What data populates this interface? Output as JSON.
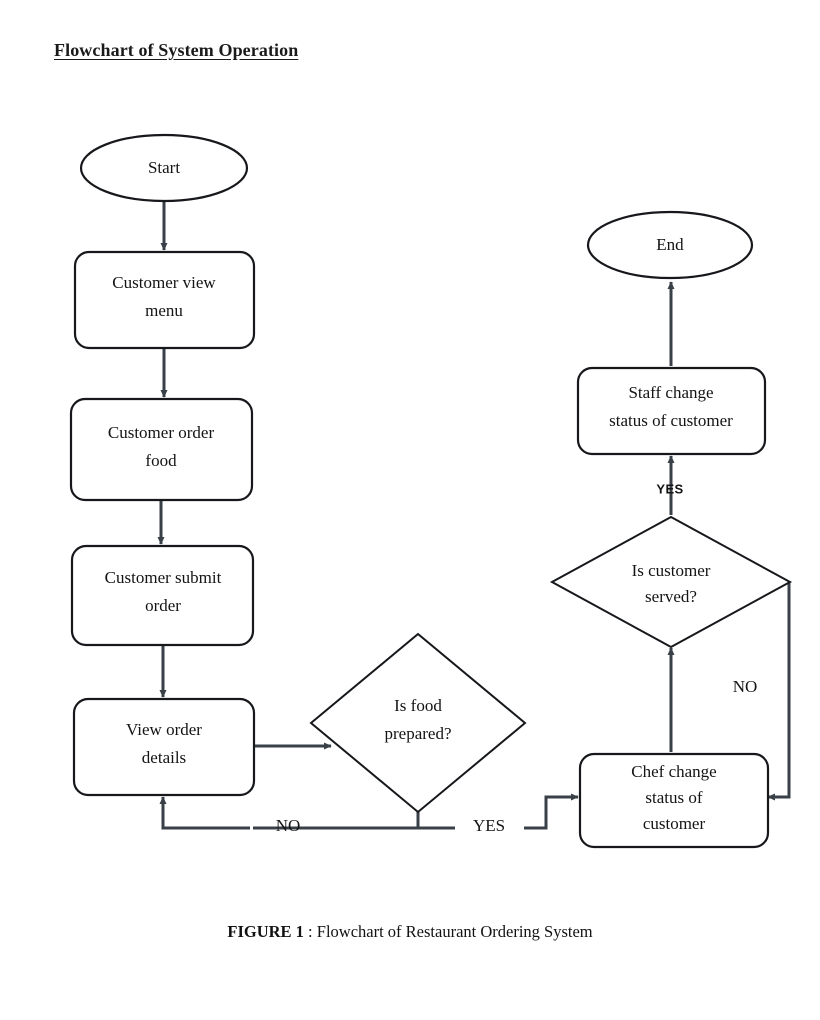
{
  "document": {
    "title": "Flowchart of System Operation",
    "caption_label": "FIGURE 1",
    "caption_separator": " : ",
    "caption_text": "Flowchart of Restaurant Ordering System"
  },
  "colors": {
    "page_background": "#ffffff",
    "shape_stroke": "#16181c",
    "shape_fill": "#ffffff",
    "edge_stroke": "#3a4048",
    "text": "#141414"
  },
  "chart_data": {
    "type": "diagram",
    "diagram_kind": "flowchart",
    "title": "Flowchart of System Operation",
    "nodes": [
      {
        "id": "start",
        "shape": "terminator",
        "label": "Start",
        "lines": [
          "Start"
        ]
      },
      {
        "id": "view_menu",
        "shape": "process",
        "label": "Customer view menu",
        "lines": [
          "Customer view",
          "menu"
        ]
      },
      {
        "id": "order_food",
        "shape": "process",
        "label": "Customer order food",
        "lines": [
          "Customer order",
          "food"
        ]
      },
      {
        "id": "submit_order",
        "shape": "process",
        "label": "Customer submit order",
        "lines": [
          "Customer submit",
          "order"
        ]
      },
      {
        "id": "view_details",
        "shape": "process",
        "label": "View order details",
        "lines": [
          "View order",
          "details"
        ]
      },
      {
        "id": "food_prepared",
        "shape": "decision",
        "label": "Is food prepared?",
        "lines": [
          "Is food",
          "prepared?"
        ]
      },
      {
        "id": "chef_change",
        "shape": "process",
        "label": "Chef change status of customer",
        "lines": [
          "Chef change",
          "status of",
          "customer"
        ]
      },
      {
        "id": "customer_served",
        "shape": "decision",
        "label": "Is customer served?",
        "lines": [
          "Is customer",
          "served?"
        ]
      },
      {
        "id": "staff_change",
        "shape": "process",
        "label": "Staff change status of customer",
        "lines": [
          "Staff change",
          "status of customer"
        ]
      },
      {
        "id": "end",
        "shape": "terminator",
        "label": "End",
        "lines": [
          "End"
        ]
      }
    ],
    "edges": [
      {
        "from": "start",
        "to": "view_menu",
        "label": ""
      },
      {
        "from": "view_menu",
        "to": "order_food",
        "label": ""
      },
      {
        "from": "order_food",
        "to": "submit_order",
        "label": ""
      },
      {
        "from": "submit_order",
        "to": "view_details",
        "label": ""
      },
      {
        "from": "view_details",
        "to": "food_prepared",
        "label": ""
      },
      {
        "from": "food_prepared",
        "to": "view_details",
        "label": "NO"
      },
      {
        "from": "food_prepared",
        "to": "chef_change",
        "label": "YES"
      },
      {
        "from": "chef_change",
        "to": "customer_served",
        "label": ""
      },
      {
        "from": "customer_served",
        "to": "staff_change",
        "label": "YES"
      },
      {
        "from": "customer_served",
        "to": "chef_change",
        "label": "NO"
      },
      {
        "from": "staff_change",
        "to": "end",
        "label": ""
      }
    ],
    "edge_labels": {
      "no_food_prepared": "NO",
      "yes_food_prepared": "YES",
      "yes_customer_served": "YES",
      "no_customer_served": "NO"
    }
  }
}
